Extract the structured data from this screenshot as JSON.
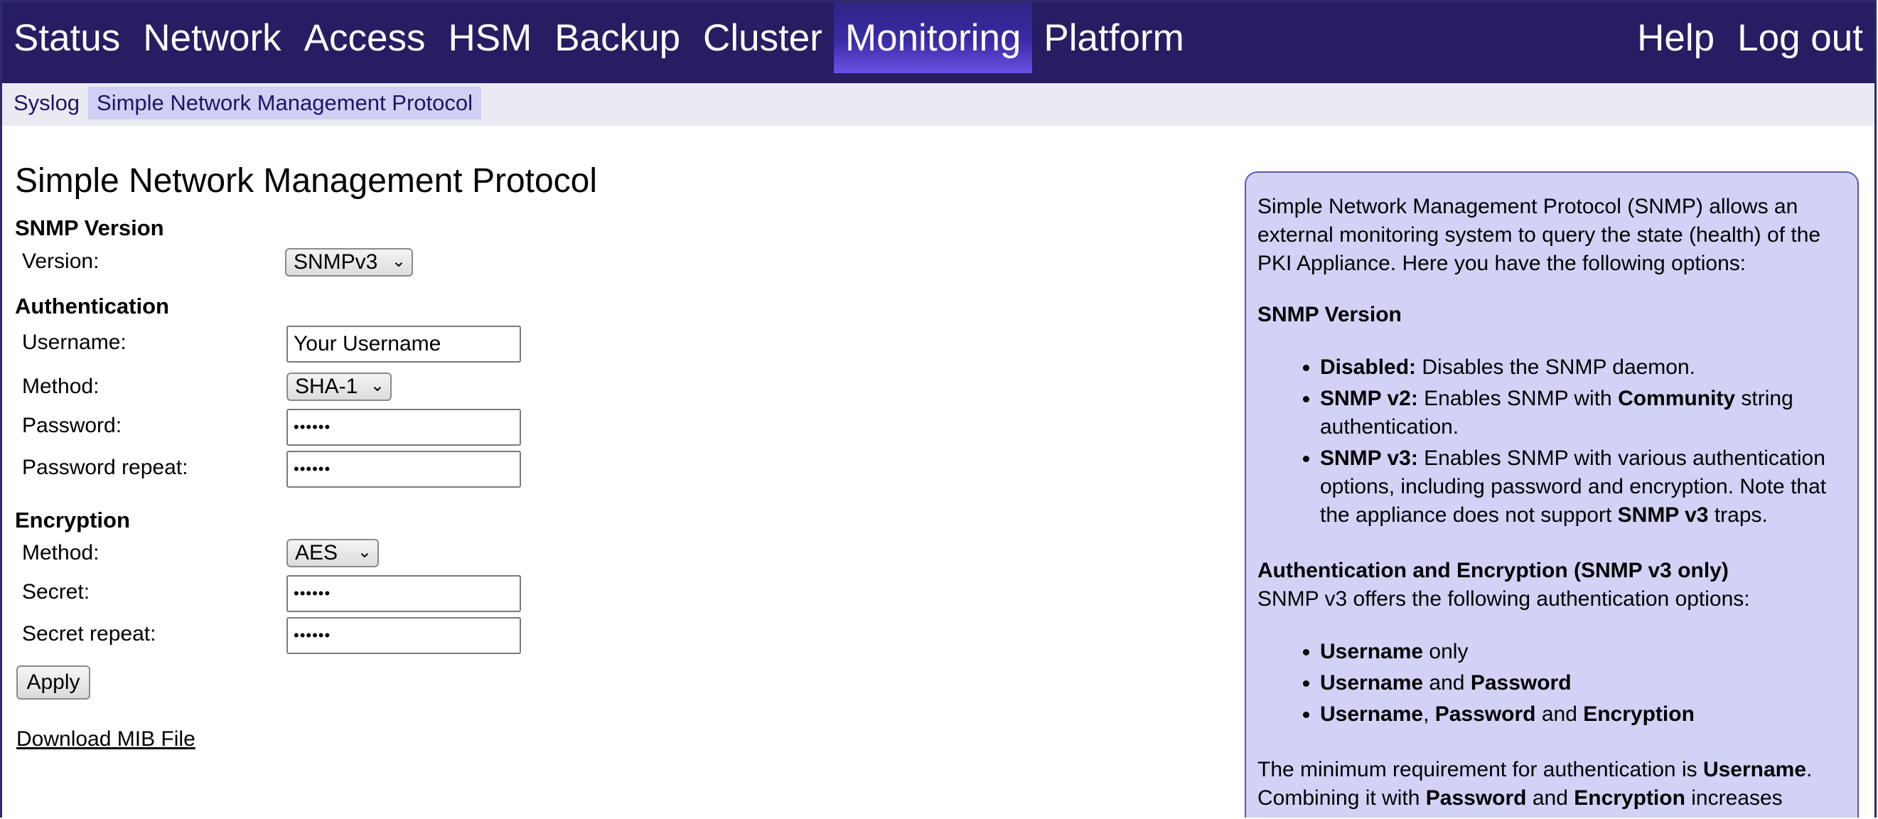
{
  "nav": {
    "left": [
      {
        "label": "Status",
        "active": false
      },
      {
        "label": "Network",
        "active": false
      },
      {
        "label": "Access",
        "active": false
      },
      {
        "label": "HSM",
        "active": false
      },
      {
        "label": "Backup",
        "active": false
      },
      {
        "label": "Cluster",
        "active": false
      },
      {
        "label": "Monitoring",
        "active": true
      },
      {
        "label": "Platform",
        "active": false
      }
    ],
    "right": [
      {
        "label": "Help"
      },
      {
        "label": "Log out"
      }
    ]
  },
  "subnav": [
    {
      "label": "Syslog",
      "active": false
    },
    {
      "label": "Simple Network Management Protocol",
      "active": true
    }
  ],
  "page": {
    "title": "Simple Network Management Protocol"
  },
  "snmp_version": {
    "heading": "SNMP Version",
    "version_label": "Version:",
    "version_value": "SNMPv3"
  },
  "authentication": {
    "heading": "Authentication",
    "username_label": "Username:",
    "username_value": "Your Username",
    "method_label": "Method:",
    "method_value": "SHA-1",
    "password_label": "Password:",
    "password_value": "••••••",
    "password_repeat_label": "Password repeat:",
    "password_repeat_value": "••••••"
  },
  "encryption": {
    "heading": "Encryption",
    "method_label": "Method:",
    "method_value": "AES",
    "secret_label": "Secret:",
    "secret_value": "••••••",
    "secret_repeat_label": "Secret repeat:",
    "secret_repeat_value": "••••••"
  },
  "actions": {
    "apply_label": "Apply",
    "download_label": "Download MIB File"
  },
  "help": {
    "intro": "Simple Network Management Protocol (SNMP) allows an external monitoring system to query the state (health) of the PKI Appliance. Here you have the following options:",
    "version_heading": "SNMP Version",
    "opt_disabled_label": "Disabled:",
    "opt_disabled_text": " Disables the SNMP daemon.",
    "opt_v2_label": "SNMP v2:",
    "opt_v2_text_1": " Enables SNMP with ",
    "opt_v2_bold": "Community",
    "opt_v2_text_2": " string authentication.",
    "opt_v3_label": "SNMP v3:",
    "opt_v3_text_1": " Enables SNMP with various authentication options, including password and encryption. Note that the appliance does not support ",
    "opt_v3_bold": "SNMP v3",
    "opt_v3_text_2": " traps.",
    "auth_heading": "Authentication and Encryption (SNMP v3 only)",
    "auth_intro": "SNMP v3 offers the following authentication options:",
    "w_username": "Username",
    "w_password": "Password",
    "w_encryption": "Encryption",
    "w_only": " only",
    "w_and": " and ",
    "w_comma": ", ",
    "min_text_1": "The minimum requirement for authentication is ",
    "min_text_2": ". Combining it with ",
    "min_text_3": " increases security."
  }
}
